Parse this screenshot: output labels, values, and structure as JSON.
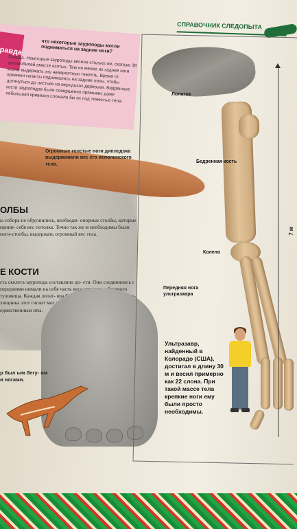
{
  "header": {
    "title": "СПРАВОЧНИК СЛЕДОПЫТА"
  },
  "pravda": {
    "badge": "Правда",
    "question": "что некоторые зауроподы могли подниматься на задние ноги?",
    "body": "Правда. Некоторые зауроподы весили столько же, сколько 38 автомобилей вместе взятых. Тем не менее их задние ноги могли выдержать эту невероятную тяжесть. Время от времени гиганты поднимались на задние лапы, чтобы дотянуться до листьев на верхушках деревьев. Бедренные кости зауроподов были совершенно прямыми: даже небольшая кривизна сломала бы их под тяжестью тела."
  },
  "diplodocus_caption": "Огромные толстые ноги диплодока выдерживали вес его исполинского тела.",
  "section_pillars": {
    "heading": "ОЛБЫ",
    "text": "ы собора не обрушились, необходи- опорные столбы, которые прини- себя вес потолка. Точно так же м необходимы были ноги-столбы, выдержать огромный вес тела."
  },
  "section_bones": {
    "heading": "Е КОСТИ",
    "text": "сть скелета зауропода составляли до- сти. Они соединялись с передними нимали на себя часть веса исполин- образного туловища. Каждая лопат- вра была длиной со взрослого чело- хищника этот гигант мог просто гантскими ногами, единственным иты."
  },
  "raptor_caption": "р был ым бегу- им и ногами.",
  "bone_labels": {
    "scapula": "Лопатка",
    "femur": "Бедренная кость",
    "knee": "Колено",
    "foreleg": "Передняя нога ультразавра"
  },
  "ultrasaurus_text": "Ультразавр, найденный в Колорадо (США), достигал в длину 30 м и весил примерно как 22 слона. При такой массе тела крепкие ноги ему были просто необходимы.",
  "scale": {
    "label": "7 м"
  },
  "colors": {
    "accent_green": "#1e6b3a",
    "pink_box": "#f2c6d2",
    "bone": "#d9b98c"
  }
}
